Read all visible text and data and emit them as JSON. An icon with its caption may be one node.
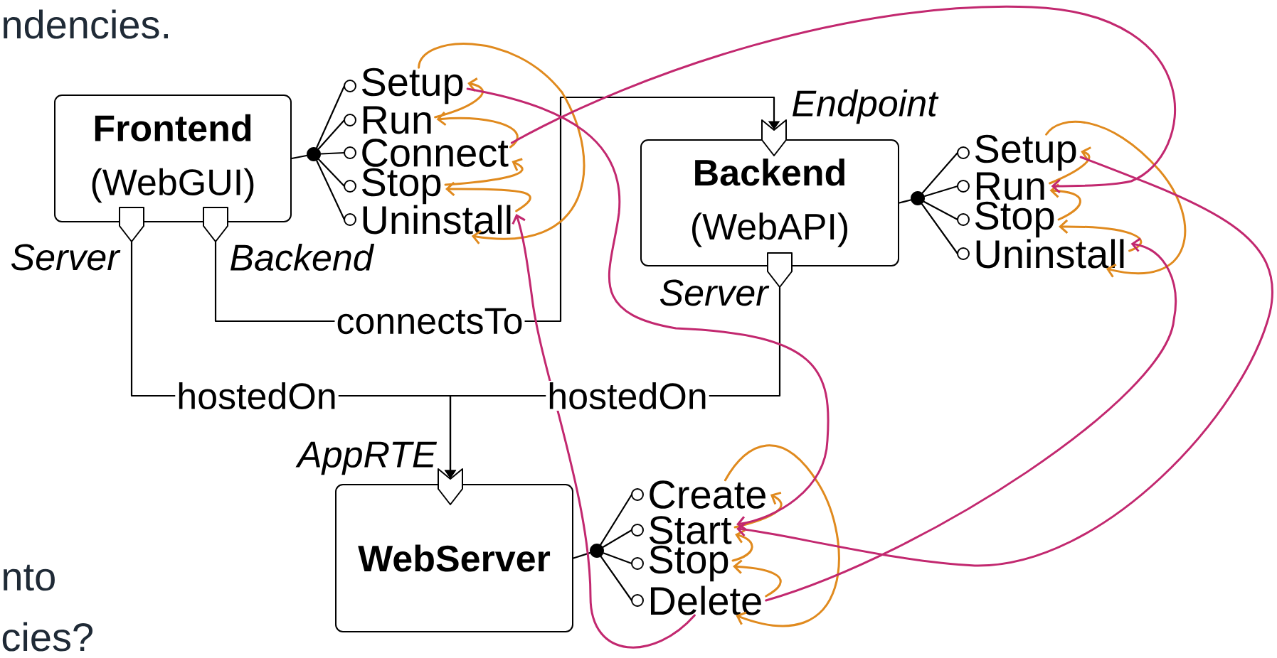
{
  "diagram": {
    "nodes": [
      {
        "text": [
          "Frontend",
          "(WebGUI)"
        ]
      },
      {
        "text": [],
        "shape": "pentagon",
        "beside": [
          "Server"
        ]
      },
      {
        "text": [],
        "shape": "pentagon",
        "beside": [
          "Backend"
        ]
      },
      {
        "text": [],
        "shape": "dot"
      },
      {
        "text": [
          "Setup"
        ]
      },
      {
        "text": [
          "Run"
        ]
      },
      {
        "text": [
          "Connect"
        ]
      },
      {
        "text": [
          "Stop"
        ]
      },
      {
        "text": [
          "Uninstall"
        ]
      },
      {
        "text": [
          "Backend",
          "(WebAPI)"
        ]
      },
      {
        "text": [],
        "shape": "pentagon",
        "beside": [
          "Endpoint"
        ]
      },
      {
        "text": [],
        "shape": "pentagon",
        "beside": [
          "Server"
        ]
      },
      {
        "text": [],
        "shape": "dot"
      },
      {
        "text": [
          "Setup"
        ]
      },
      {
        "text": [
          "Run"
        ]
      },
      {
        "text": [
          "Stop"
        ]
      },
      {
        "text": [
          "Uninstall"
        ]
      },
      {
        "text": [
          "WebServer"
        ]
      },
      {
        "text": [],
        "shape": "pentagon",
        "beside": [
          "AppRTE"
        ]
      },
      {
        "text": [],
        "shape": "dot"
      },
      {
        "text": [
          "Create"
        ]
      },
      {
        "text": [
          "Start"
        ]
      },
      {
        "text": [
          "Stop"
        ]
      },
      {
        "text": [
          "Delete"
        ]
      }
    ],
    "edges": [
      {
        "from": 2,
        "to": 10,
        "arrow": "to",
        "label": "connectsTo"
      },
      {
        "from": 1,
        "to": 18,
        "arrow": "to",
        "label": "hostedOn"
      },
      {
        "from": 11,
        "to": 18,
        "arrow": "to",
        "label": "hostedOn"
      },
      {
        "from": 0,
        "to": 3,
        "arrow": "none"
      },
      {
        "from": 3,
        "to": 4,
        "arrow": "none"
      },
      {
        "from": 3,
        "to": 5,
        "arrow": "none"
      },
      {
        "from": 3,
        "to": 6,
        "arrow": "none"
      },
      {
        "from": 3,
        "to": 7,
        "arrow": "none"
      },
      {
        "from": 3,
        "to": 8,
        "arrow": "none"
      },
      {
        "from": 9,
        "to": 12,
        "arrow": "none"
      },
      {
        "from": 12,
        "to": 13,
        "arrow": "none"
      },
      {
        "from": 12,
        "to": 14,
        "arrow": "none"
      },
      {
        "from": 12,
        "to": 15,
        "arrow": "none"
      },
      {
        "from": 12,
        "to": 16,
        "arrow": "none"
      },
      {
        "from": 17,
        "to": 19,
        "arrow": "none"
      },
      {
        "from": 19,
        "to": 20,
        "arrow": "none"
      },
      {
        "from": 19,
        "to": 21,
        "arrow": "none"
      },
      {
        "from": 19,
        "to": 22,
        "arrow": "none"
      },
      {
        "from": 19,
        "to": 23,
        "arrow": "none"
      },
      {
        "from": 5,
        "to": 4,
        "arrow": "to",
        "color": "#e08a1e"
      },
      {
        "from": 6,
        "to": 5,
        "arrow": "to",
        "color": "#e08a1e"
      },
      {
        "from": 7,
        "to": 6,
        "arrow": "to",
        "color": "#e08a1e"
      },
      {
        "from": 8,
        "to": 7,
        "arrow": "to",
        "color": "#e08a1e"
      },
      {
        "from": 4,
        "to": 8,
        "arrow": "to",
        "color": "#e08a1e"
      },
      {
        "from": 14,
        "to": 13,
        "arrow": "to",
        "color": "#e08a1e"
      },
      {
        "from": 15,
        "to": 14,
        "arrow": "to",
        "color": "#e08a1e"
      },
      {
        "from": 16,
        "to": 15,
        "arrow": "to",
        "color": "#e08a1e"
      },
      {
        "from": 13,
        "to": 16,
        "arrow": "to",
        "color": "#e08a1e"
      },
      {
        "from": 21,
        "to": 20,
        "arrow": "to",
        "color": "#e08a1e"
      },
      {
        "from": 22,
        "to": 21,
        "arrow": "to",
        "color": "#e08a1e"
      },
      {
        "from": 23,
        "to": 22,
        "arrow": "to",
        "color": "#e08a1e"
      },
      {
        "from": 20,
        "to": 23,
        "arrow": "to",
        "color": "#e08a1e"
      },
      {
        "from": 4,
        "to": 21,
        "arrow": "to",
        "color": "#c2286f"
      },
      {
        "from": 6,
        "to": 14,
        "arrow": "to",
        "color": "#c2286f"
      },
      {
        "from": 23,
        "to": 8,
        "arrow": "to",
        "color": "#c2286f"
      },
      {
        "from": 13,
        "to": 21,
        "arrow": "to",
        "color": "#c2286f"
      },
      {
        "from": 23,
        "to": 16,
        "arrow": "to",
        "color": "#c2286f"
      }
    ],
    "labels": [
      "ndencies.",
      "nto",
      "cies?"
    ]
  }
}
